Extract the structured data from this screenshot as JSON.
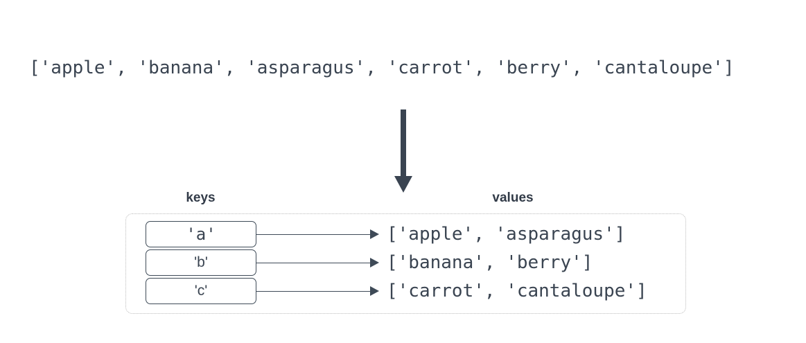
{
  "source_list": "['apple', 'banana', 'asparagus', 'carrot', 'berry', 'cantaloupe']",
  "labels": {
    "keys": "keys",
    "values": "values"
  },
  "rows": [
    {
      "key": "'a'",
      "value": "['apple', 'asparagus']"
    },
    {
      "key": "'b'",
      "value": "['banana', 'berry']"
    },
    {
      "key": "'c'",
      "value": "['carrot', 'cantaloupe']"
    }
  ],
  "icons": {
    "transform_arrow": "down-arrow-icon",
    "connector_arrow": "right-arrow-icon"
  },
  "colors": {
    "ink": "#3a4451",
    "key_box_border": "#3e4a57",
    "outer_border": "#bcbcbc",
    "background": "#ffffff"
  }
}
